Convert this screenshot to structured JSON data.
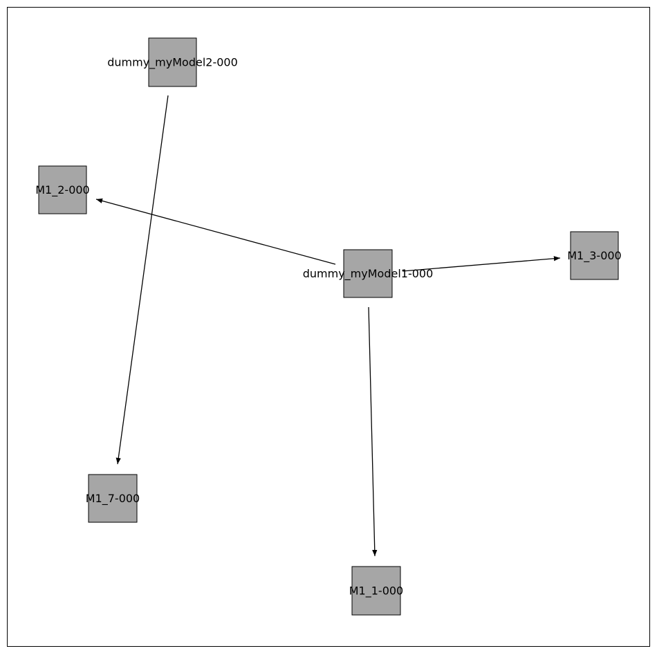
{
  "diagram": {
    "nodes": [
      {
        "id": "dummy_myModel2-000",
        "label": "dummy_myModel2-000"
      },
      {
        "id": "M1_2-000",
        "label": "M1_2-000"
      },
      {
        "id": "dummy_myModel1-000",
        "label": "dummy_myModel1-000"
      },
      {
        "id": "M1_3-000",
        "label": "M1_3-000"
      },
      {
        "id": "M1_7-000",
        "label": "M1_7-000"
      },
      {
        "id": "M1_1-000",
        "label": "M1_1-000"
      }
    ],
    "edges": [
      {
        "from": "dummy_myModel2-000",
        "to": "M1_7-000"
      },
      {
        "from": "dummy_myModel1-000",
        "to": "M1_2-000"
      },
      {
        "from": "dummy_myModel1-000",
        "to": "M1_3-000"
      },
      {
        "from": "dummy_myModel1-000",
        "to": "M1_1-000"
      }
    ],
    "colors": {
      "node_fill": "#a6a6a6",
      "node_stroke": "#000000",
      "edge": "#000000",
      "frame": "#000000",
      "background": "#ffffff"
    }
  }
}
